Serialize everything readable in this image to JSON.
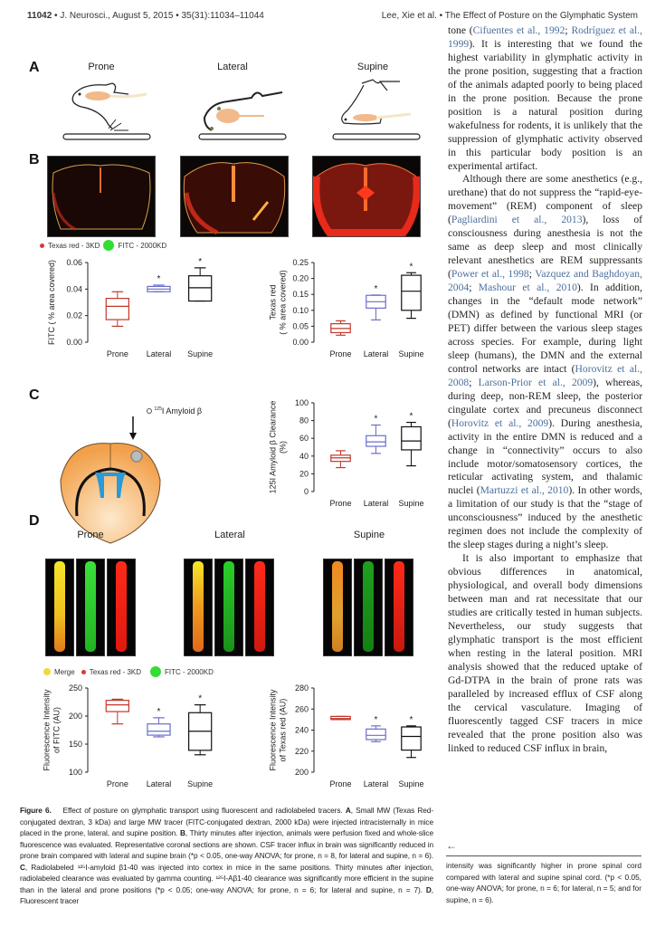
{
  "header": {
    "page_number": "11042",
    "journal": "J. Neurosci., August 5, 2015",
    "volume": "35(31):11034–11044",
    "running_title": "Lee, Xie et al. • The Effect of Posture on the Glymphatic System"
  },
  "figure": {
    "panel_a": {
      "letter": "A",
      "positions": [
        "Prone",
        "Lateral",
        "Supine"
      ]
    },
    "panel_b": {
      "letter": "B",
      "legend": [
        {
          "label": "Texas red - 3KD",
          "color": "#d33b3b"
        },
        {
          "label": "FITC - 2000KD",
          "color": "#33dd33"
        }
      ]
    },
    "panel_c": {
      "letter": "C",
      "injection_label": "125I Amyloid β",
      "injection_sup": "125",
      "injection_text": "I Amyloid β"
    },
    "panel_d": {
      "letter": "D",
      "positions": [
        "Prone",
        "Lateral",
        "Supine"
      ],
      "legend": [
        {
          "label": "Merge",
          "color": "#f2d83a"
        },
        {
          "label": "Texas red - 3KD",
          "color": "#d33b3b"
        },
        {
          "label": "FITC - 2000KD",
          "color": "#33dd33"
        }
      ]
    }
  },
  "chart_data": [
    {
      "id": "b-fitc",
      "type": "boxplot",
      "ylabel": "FITC ( % area covered)",
      "categories": [
        "Prone",
        "Lateral",
        "Supine"
      ],
      "yticks": [
        "0.00",
        "0.02",
        "0.04",
        "0.06"
      ],
      "ylim": [
        0,
        0.06
      ],
      "series": [
        {
          "name": "Prone",
          "color": "#c0392b",
          "min": 0.012,
          "q1": 0.017,
          "median": 0.027,
          "q3": 0.033,
          "max": 0.038,
          "significant": false
        },
        {
          "name": "Lateral",
          "color": "#6a6fc9",
          "min": 0.038,
          "q1": 0.038,
          "median": 0.04,
          "q3": 0.042,
          "max": 0.043,
          "significant": true
        },
        {
          "name": "Supine",
          "color": "#111111",
          "min": 0.031,
          "q1": 0.031,
          "median": 0.041,
          "q3": 0.05,
          "max": 0.056,
          "significant": true
        }
      ]
    },
    {
      "id": "b-texas",
      "type": "boxplot",
      "ylabel": "Texas red ( % area covered)",
      "categories": [
        "Prone",
        "Lateral",
        "Supine"
      ],
      "yticks": [
        "0.00",
        "0.05",
        "0.10",
        "0.15",
        "0.20",
        "0.25"
      ],
      "ylim": [
        0,
        0.25
      ],
      "series": [
        {
          "name": "Prone",
          "color": "#c0392b",
          "min": 0.022,
          "q1": 0.03,
          "median": 0.043,
          "q3": 0.058,
          "max": 0.067,
          "significant": false
        },
        {
          "name": "Lateral",
          "color": "#6a6fc9",
          "min": 0.07,
          "q1": 0.107,
          "median": 0.127,
          "q3": 0.147,
          "max": 0.148,
          "significant": true
        },
        {
          "name": "Supine",
          "color": "#111111",
          "min": 0.075,
          "q1": 0.1,
          "median": 0.16,
          "q3": 0.21,
          "max": 0.218,
          "significant": true
        }
      ]
    },
    {
      "id": "c-amyloid",
      "type": "boxplot",
      "ylabel": "125I Amyloid β Clearance (%)",
      "categories": [
        "Prone",
        "Lateral",
        "Supine"
      ],
      "yticks": [
        "0",
        "20",
        "40",
        "60",
        "80",
        "100"
      ],
      "ylim": [
        0,
        100
      ],
      "series": [
        {
          "name": "Prone",
          "color": "#c0392b",
          "min": 27,
          "q1": 34,
          "median": 38,
          "q3": 41,
          "max": 46,
          "significant": false
        },
        {
          "name": "Lateral",
          "color": "#6a6fc9",
          "min": 43,
          "q1": 51,
          "median": 56,
          "q3": 63,
          "max": 75,
          "significant": true
        },
        {
          "name": "Supine",
          "color": "#111111",
          "min": 29,
          "q1": 47,
          "median": 57,
          "q3": 73,
          "max": 78,
          "significant": true
        }
      ]
    },
    {
      "id": "d-fitc",
      "type": "boxplot",
      "ylabel": "Fluorescence Intensity of FITC (AU)",
      "categories": [
        "Prone",
        "Lateral",
        "Supine"
      ],
      "yticks": [
        "100",
        "150",
        "200",
        "250"
      ],
      "ylim": [
        100,
        250
      ],
      "series": [
        {
          "name": "Prone",
          "color": "#c0392b",
          "min": 186,
          "q1": 208,
          "median": 220,
          "q3": 228,
          "max": 230,
          "significant": false
        },
        {
          "name": "Lateral",
          "color": "#6a6fc9",
          "min": 163,
          "q1": 166,
          "median": 173,
          "q3": 186,
          "max": 197,
          "significant": true
        },
        {
          "name": "Supine",
          "color": "#111111",
          "min": 131,
          "q1": 139,
          "median": 173,
          "q3": 206,
          "max": 220,
          "significant": true
        }
      ]
    },
    {
      "id": "d-texas",
      "type": "boxplot",
      "ylabel": "Fluorescence Intensity of Texas red (AU)",
      "categories": [
        "Prone",
        "Lateral",
        "Supine"
      ],
      "yticks": [
        "200",
        "220",
        "240",
        "260",
        "280"
      ],
      "ylim": [
        200,
        280
      ],
      "series": [
        {
          "name": "Prone",
          "color": "#c0392b",
          "min": 250,
          "q1": 250,
          "median": 251,
          "q3": 253,
          "max": 253,
          "significant": false
        },
        {
          "name": "Lateral",
          "color": "#6a6fc9",
          "min": 229,
          "q1": 231,
          "median": 235,
          "q3": 241,
          "max": 244,
          "significant": true
        },
        {
          "name": "Supine",
          "color": "#111111",
          "min": 214,
          "q1": 221,
          "median": 234,
          "q3": 243,
          "max": 244,
          "significant": true
        }
      ]
    }
  ],
  "body_text": {
    "para1": [
      {
        "t": "tone ("
      },
      {
        "c": "Cifuentes et al., 1992"
      },
      {
        "t": "; "
      },
      {
        "c": "Rodríguez et al., 1999"
      },
      {
        "t": "). It is interesting that we found the highest variability in glymphatic activity in the prone position, suggesting that a fraction of the animals adapted poorly to being placed in the prone position. Because the prone position is a natural position during wakefulness for rodents, it is unlikely that the suppression of glymphatic activity observed in this particular body position is an experimental artifact."
      }
    ],
    "para2": [
      {
        "t": "Although there are some anesthetics (e.g., urethane) that do not suppress the “rapid-eye-movement” (REM) component of sleep ("
      },
      {
        "c": "Pagliardini et al., 2013"
      },
      {
        "t": "), loss of consciousness during anesthesia is not the same as deep sleep and most clinically relevant anesthetics are REM suppressants ("
      },
      {
        "c": "Power et al., 1998"
      },
      {
        "t": "; "
      },
      {
        "c": "Vazquez and Baghdoyan, 2004"
      },
      {
        "t": "; "
      },
      {
        "c": "Mashour et al., 2010"
      },
      {
        "t": "). In addition, changes in the “default mode network” (DMN) as defined by functional MRI (or PET) differ between the various sleep stages across species. For example, during light sleep (humans), the DMN and the external control networks are intact ("
      },
      {
        "c": "Horovitz et al., 2008"
      },
      {
        "t": "; "
      },
      {
        "c": "Larson-Prior et al., 2009"
      },
      {
        "t": "), whereas, during deep, non-REM sleep, the posterior cingulate cortex and precuneus disconnect ("
      },
      {
        "c": "Horovitz et al., 2009"
      },
      {
        "t": "). During anesthesia, activity in the entire DMN is reduced and a change in “connectivity” occurs to also include motor/somatosensory cortices, the reticular activating system, and thalamic nuclei ("
      },
      {
        "c": "Martuzzi et al., 2010"
      },
      {
        "t": "). In other words, a limitation of our study is that the “stage of unconsciousness” induced by the anesthetic regimen does not include the complexity of the sleep stages during a night’s sleep."
      }
    ],
    "para3": [
      {
        "t": "It is also important to emphasize that obvious differences in anatomical, physiological, and overall body dimensions between man and rat necessitate that our studies are critically tested in human subjects. Nevertheless, our study suggests that glymphatic transport is the most efficient when resting in the lateral position. MRI analysis showed that the reduced uptake of Gd-DTPA in the brain of prone rats was paralleled by increased efflux of CSF along the cervical vasculature. Imaging of fluorescently tagged CSF tracers in mice revealed that the prone position also was linked to reduced CSF influx in brain,"
      }
    ]
  },
  "caption": {
    "label": "Figure 6.",
    "title": "Effect of posture on glymphatic transport using fluorescent and radiolabeled tracers.",
    "parts": [
      {
        "b": "A"
      },
      {
        "t": ", Small MW (Texas Red-conjugated dextran, 3 kDa) and large MW tracer (FITC-conjugated dextran, 2000 kDa) were injected intracisternally in mice placed in the prone, lateral, and supine position. "
      },
      {
        "b": "B"
      },
      {
        "t": ", Thirty minutes after injection, animals were perfusion fixed and whole-slice fluorescence was evaluated. Representative coronal sections are shown. CSF tracer influx in brain was significantly reduced in prone brain compared with lateral and supine brain (*p < 0.05, one-way ANOVA; for prone, n = 8, for lateral and supine, n = 6). "
      },
      {
        "b": "C"
      },
      {
        "t": ", Radiolabeled ¹²⁵I-amyloid β1-40 was injected into cortex in mice in the same positions. Thirty minutes after injection, radiolabeled clearance was evaluated by gamma counting. ¹²⁵I-Aβ1-40 clearance was significantly more efficient in the supine than in the lateral and prone positions (*p < 0.05; one-way ANOVA; for prone, n = 6; for lateral and supine, n = 7). "
      },
      {
        "b": "D"
      },
      {
        "t": ", Fluorescent tracer"
      }
    ],
    "continuation": "intensity was significantly higher in prone spinal cord compared with lateral and supine spinal cord. (*p < 0.05, one-way ANOVA; for prone, n = 6; for lateral, n = 5; and for supine, n = 6).",
    "continuation_arrow": "←"
  }
}
